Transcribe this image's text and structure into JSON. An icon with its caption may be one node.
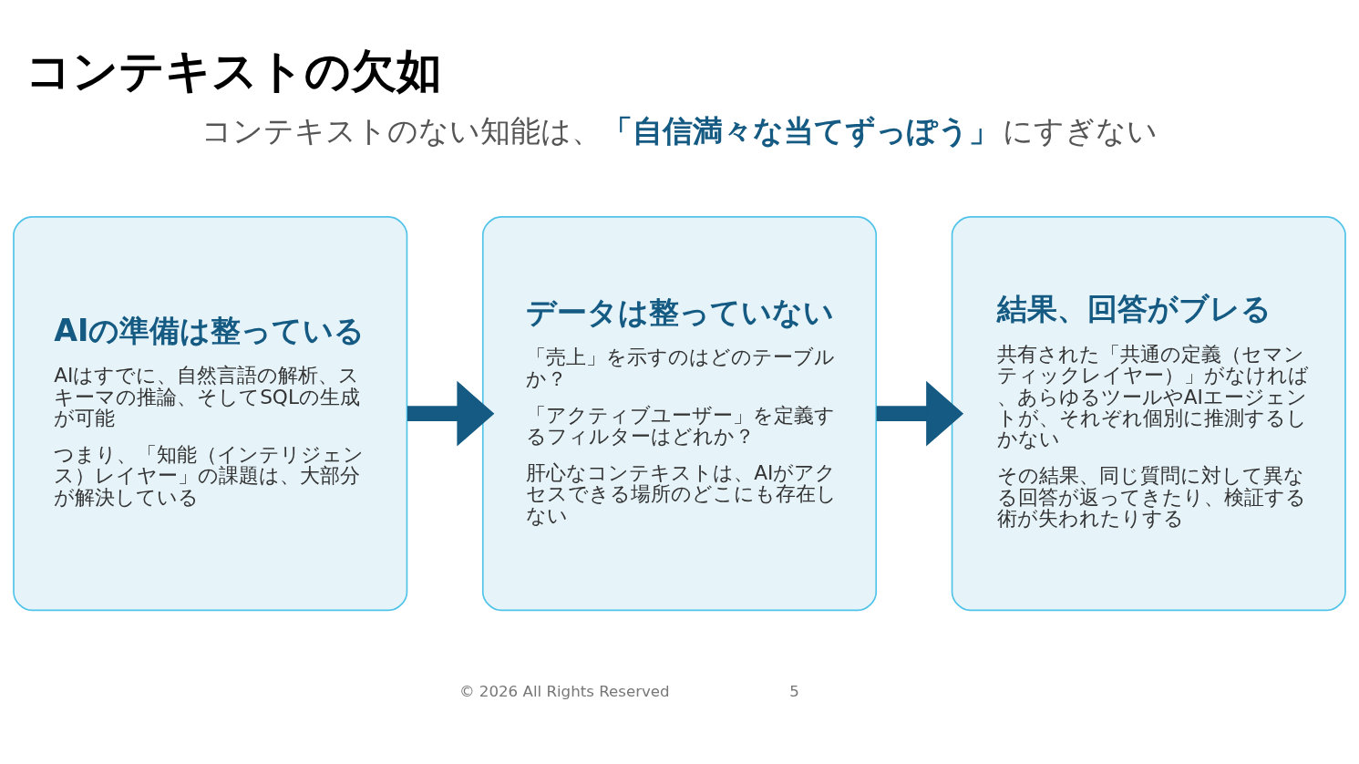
{
  "diagram": {
    "title": "コンテキストの欠如",
    "nodes": [
      {
        "text": [
          "AIの準備は整っている",
          "AIはすでに、自然言語の解析、スキーマの推論、そしてSQLの生成が可能",
          "つまり、「知能（インテリジェンス）レイヤー」の課題は、大部分が解決している"
        ]
      },
      {
        "text": [
          "データは整っていない",
          "「売上」を示すのはどのテーブルか？",
          "「アクティブユーザー」を定義するフィルターはどれか？",
          "肝心なコンテキストは、AIがアクセスできる場所のどこにも存在しない"
        ]
      },
      {
        "text": [
          "結果、回答がブレる",
          "共有された「共通の定義（セマンティックレイヤー）」がなければ、あらゆるツールやAIエージェントが、それぞれ個別に推測するしかない",
          "その結果、同じ質問に対して異なる回答が返ってきたり、検証する術が失われたりする"
        ]
      }
    ],
    "edges": [
      {
        "from": 0,
        "to": 1,
        "arrow": "to"
      },
      {
        "from": 1,
        "to": 2,
        "arrow": "to"
      }
    ],
    "labels": [
      "コンテキストのない知能は、**「自信満々な当てずっぽう」**にすぎない",
      "© 2026 All Rights Reserved",
      "5"
    ]
  }
}
